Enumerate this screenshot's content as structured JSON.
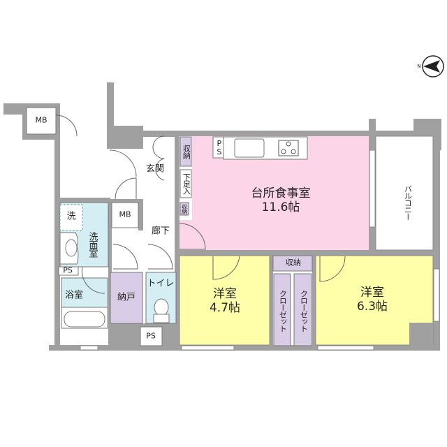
{
  "colors": {
    "wall": "#a0a0a0",
    "ldk": "#fcd6e8",
    "bedroom": "#ffffaa",
    "storage": "#d9cce6",
    "wet": "#d4eef4"
  },
  "compass": {
    "label": "N",
    "icon": "north-arrow-icon"
  },
  "rooms": {
    "mb_outside": "MB",
    "entrance": "玄関",
    "storage_entrance": "収納",
    "shoe_box": "下足入",
    "storage_small": "収納",
    "ldk": {
      "name": "台所食事室",
      "size": "11.6帖"
    },
    "ps_kitchen": "PS",
    "balcony": "バルコニー",
    "laundry": "洗",
    "washroom": "洗面室",
    "mb_inside": "MB",
    "hallway": "廊下",
    "ps_wash": "PS",
    "bathroom": "浴室",
    "closet_room": "納戸",
    "toilet": "トイレ",
    "ps_toilet": "PS",
    "bedroom1": {
      "name": "洋室",
      "size": "4.7帖"
    },
    "storage_mid": "収納",
    "closet1": "クローゼット",
    "closet2": "クローゼット",
    "bedroom2": {
      "name": "洋室",
      "size": "6.3帖"
    }
  }
}
